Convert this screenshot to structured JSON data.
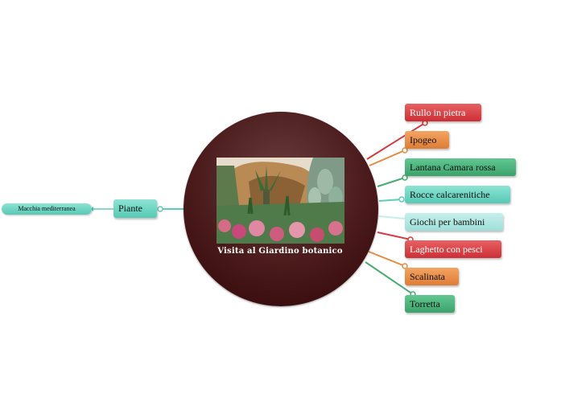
{
  "central_topic": {
    "title": "Visita al Giardino  botanico",
    "image": "garden-photo"
  },
  "left_branch": {
    "label": "Piante",
    "child": {
      "label": "Macchia mediterranea"
    }
  },
  "right_branches": [
    {
      "label": "Rullo in pietra",
      "color": "#d9383d"
    },
    {
      "label": "Ipogeo",
      "color": "#e8893f"
    },
    {
      "label": "Lantana Camara rossa",
      "color": "#45ad74"
    },
    {
      "label": "Rocce calcarenitiche",
      "color": "#5ccdb9"
    },
    {
      "label": "Giochi per bambini",
      "color": "#a8e2dd"
    },
    {
      "label": "Laghetto con pesci",
      "color": "#d9383d"
    },
    {
      "label": "Scalinata",
      "color": "#e8893f"
    },
    {
      "label": "Torretta",
      "color": "#45ad74"
    }
  ],
  "colors": {
    "center_fill": "#4a1a1b",
    "left_connector": "#5ccdb9"
  }
}
